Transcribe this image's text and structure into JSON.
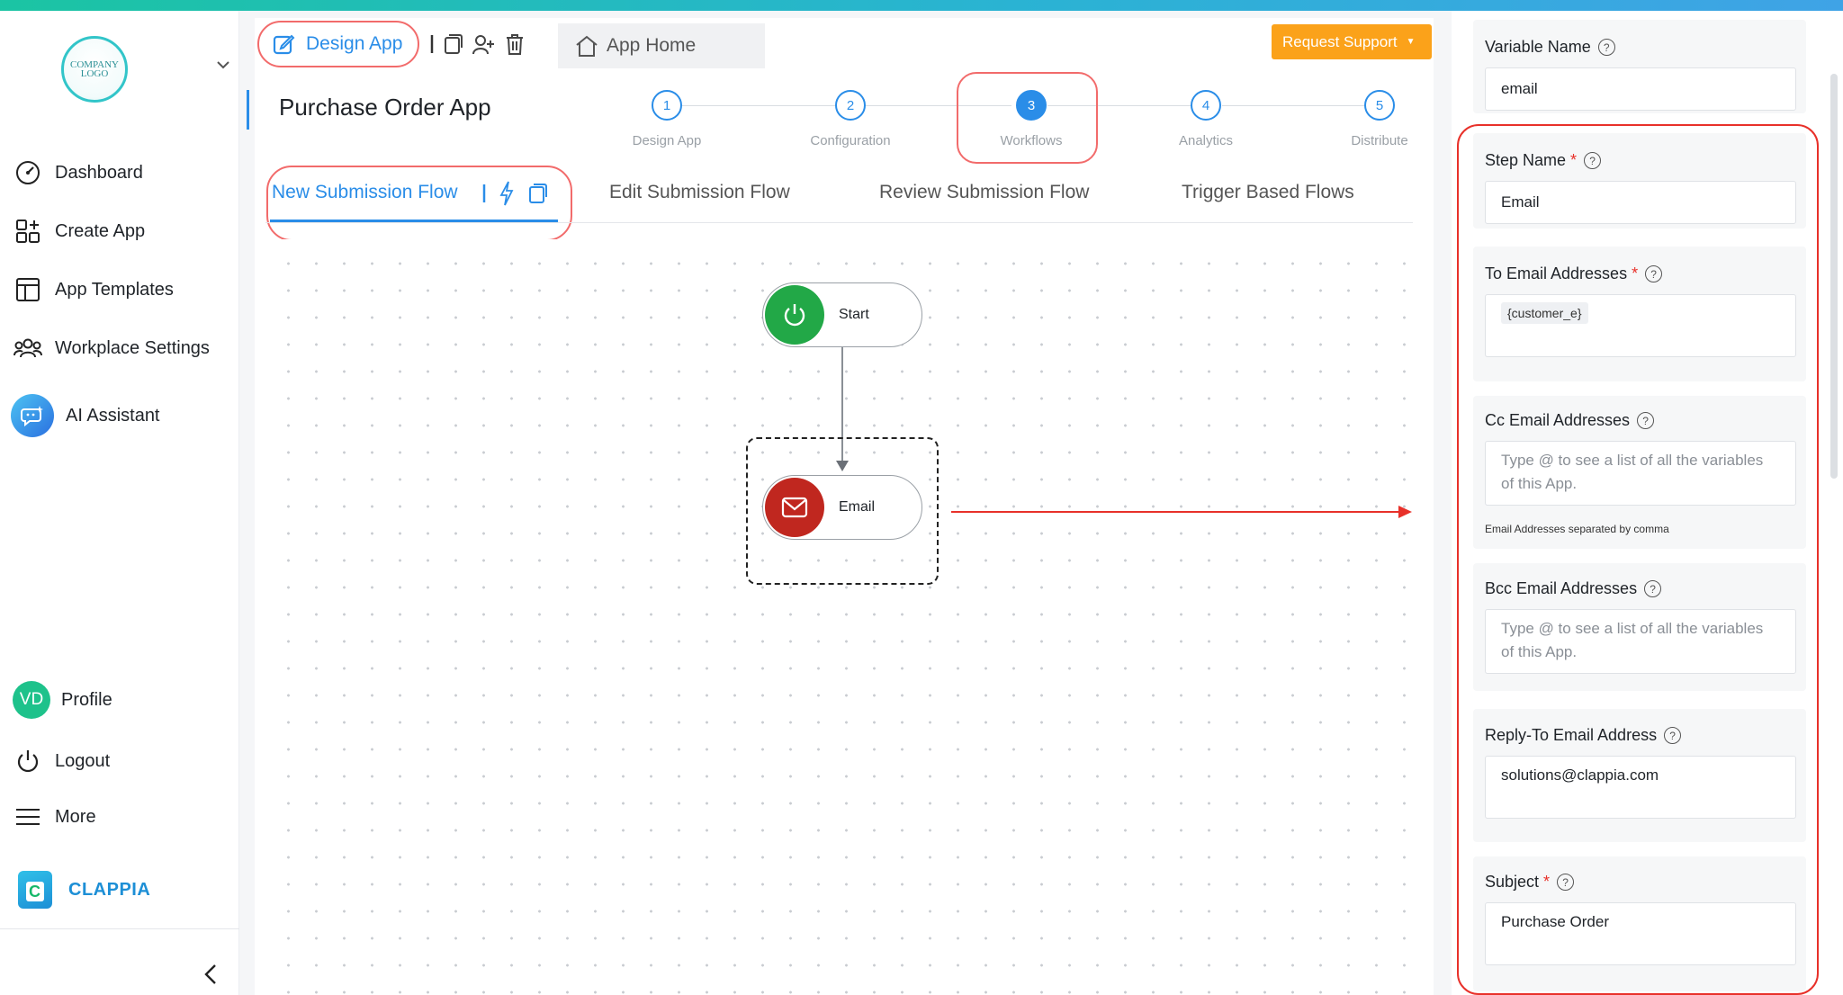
{
  "sidebar": {
    "logo_text": "COMPANY LOGO",
    "items": [
      {
        "label": "Dashboard"
      },
      {
        "label": "Create App"
      },
      {
        "label": "App Templates"
      },
      {
        "label": "Workplace Settings"
      },
      {
        "label": "AI Assistant"
      }
    ],
    "bottom": {
      "profile_initials": "VD",
      "profile_label": "Profile",
      "logout_label": "Logout",
      "more_label": "More"
    },
    "brand_name": "CLAPPIA",
    "brand_letter": "C"
  },
  "header": {
    "design_app_label": "Design App",
    "app_home_label": "App Home",
    "request_support_label": "Request Support",
    "app_title": "Purchase Order App"
  },
  "stepper": {
    "steps": [
      {
        "num": "1",
        "label": "Design App"
      },
      {
        "num": "2",
        "label": "Configuration"
      },
      {
        "num": "3",
        "label": "Workflows"
      },
      {
        "num": "4",
        "label": "Analytics"
      },
      {
        "num": "5",
        "label": "Distribute"
      }
    ],
    "active_step": 3
  },
  "flow_tabs": [
    {
      "label": "New Submission Flow"
    },
    {
      "label": "Edit Submission Flow"
    },
    {
      "label": "Review Submission Flow"
    },
    {
      "label": "Trigger Based Flows"
    }
  ],
  "canvas": {
    "start_label": "Start",
    "email_label": "Email"
  },
  "panel": {
    "variable_name": {
      "label": "Variable Name",
      "value": "email"
    },
    "step_name": {
      "label": "Step Name",
      "value": "Email"
    },
    "to_email": {
      "label": "To Email Addresses",
      "chip": "{customer_e}"
    },
    "cc_email": {
      "label": "Cc Email Addresses",
      "placeholder": "Type @ to see a list of all the variables of this App.",
      "hint": "Email Addresses separated by comma"
    },
    "bcc_email": {
      "label": "Bcc Email Addresses",
      "placeholder": "Type @ to see a list of all the variables of this App."
    },
    "reply_to": {
      "label": "Reply-To Email Address",
      "value": "solutions@clappia.com"
    },
    "subject": {
      "label": "Subject",
      "value": "Purchase Order"
    },
    "required_mark": "*",
    "help_mark": "?"
  },
  "colors": {
    "accent": "#2a8de8",
    "request_support": "#fba21a",
    "start_node": "#22a847",
    "email_node": "#c0271f",
    "highlight": "#e8312a"
  }
}
